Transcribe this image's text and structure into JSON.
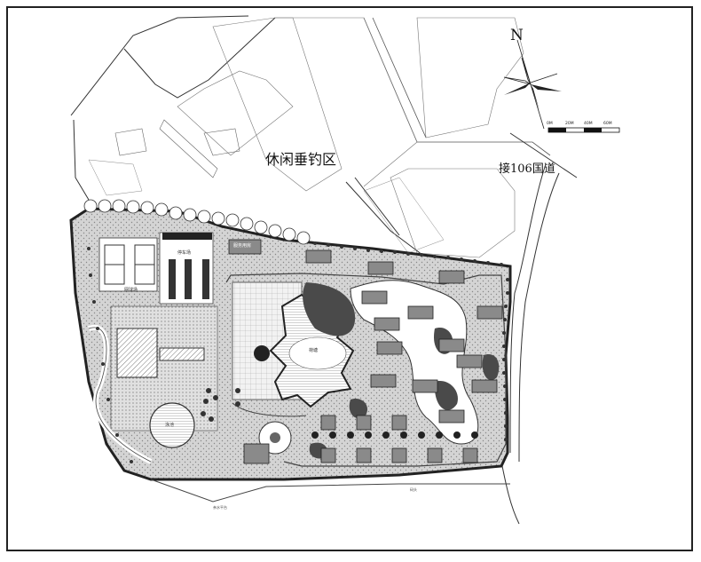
{
  "colors": {
    "ink": "#222222",
    "site_fill": "#cfcfcf",
    "lawn": "#bdbdbd",
    "water": "#4a4a4a",
    "paving": "#e8e8e8",
    "building": "#8a8a8a"
  },
  "labels": {
    "fishing_area": "休闲垂钓区",
    "road": "接106国道",
    "north": "N",
    "service_building": "服务用房",
    "courts": "网球场",
    "parking": "停车场",
    "lake": "荷塘",
    "pool": "泳池",
    "deck": "亲水平台",
    "dock": "码头"
  },
  "scale_bar": {
    "ticks": [
      "0M",
      "20M",
      "40M",
      "60M"
    ]
  },
  "icons": [
    "north-arrow-icon",
    "scale-bar-icon"
  ]
}
